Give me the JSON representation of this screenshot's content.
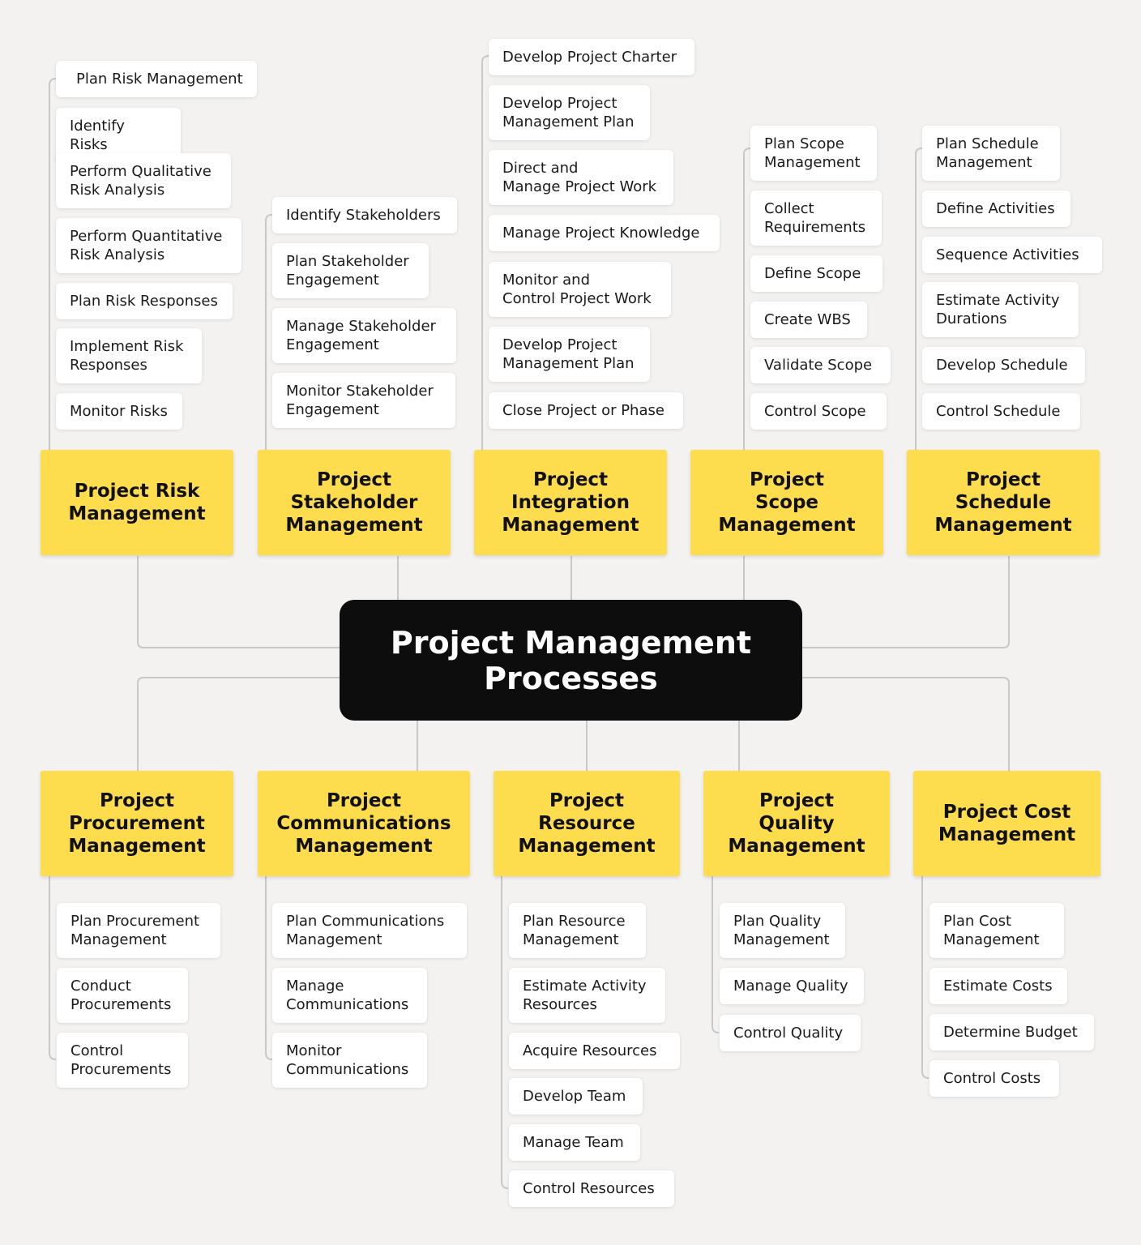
{
  "center_title": "Project Management\nProcesses",
  "colors": {
    "background": "#f3f2f0",
    "category": "#fddc4e",
    "center": "#0d0d0d",
    "connector": "#c8c8c8"
  },
  "top": [
    {
      "title": "Project Risk\nManagement",
      "items": [
        "Plan Risk Management",
        "Identify Risks",
        "Perform Qualitative\nRisk Analysis",
        "Perform Quantitative\nRisk Analysis",
        "Plan Risk Responses",
        "Implement Risk\nResponses",
        "Monitor Risks"
      ]
    },
    {
      "title": "Project\nStakeholder\nManagement",
      "items": [
        "Identify Stakeholders",
        "Plan Stakeholder\nEngagement",
        "Manage Stakeholder\nEngagement",
        "Monitor Stakeholder\nEngagement"
      ]
    },
    {
      "title": "Project\nIntegration\nManagement",
      "items": [
        "Develop Project Charter",
        "Develop Project\nManagement Plan",
        "Direct and\nManage Project Work",
        "Manage Project Knowledge",
        "Monitor and\nControl Project Work",
        "Develop Project\nManagement Plan",
        "Close Project or Phase"
      ]
    },
    {
      "title": "Project\nScope\nManagement",
      "items": [
        "Plan Scope\nManagement",
        "Collect\nRequirements",
        "Define Scope",
        "Create WBS",
        "Validate Scope",
        "Control Scope"
      ]
    },
    {
      "title": "Project\nSchedule\nManagement",
      "items": [
        "Plan Schedule\nManagement",
        "Define Activities",
        "Sequence Activities",
        "Estimate Activity\nDurations",
        "Develop Schedule",
        "Control Schedule"
      ]
    }
  ],
  "bottom": [
    {
      "title": "Project\nProcurement\nManagement",
      "items": [
        "Plan Procurement\nManagement",
        "Conduct\nProcurements",
        "Control\nProcurements"
      ]
    },
    {
      "title": "Project\nCommunications\nManagement",
      "items": [
        "Plan Communications\nManagement",
        "Manage\nCommunications",
        "Monitor\nCommunications"
      ]
    },
    {
      "title": "Project\nResource\nManagement",
      "items": [
        "Plan Resource\nManagement",
        "Estimate Activity\nResources",
        "Acquire Resources",
        "Develop Team",
        "Manage Team",
        "Control Resources"
      ]
    },
    {
      "title": "Project\nQuality\nManagement",
      "items": [
        "Plan Quality\nManagement",
        "Manage Quality",
        "Control Quality"
      ]
    },
    {
      "title": "Project Cost\nManagement",
      "items": [
        "Plan Cost\nManagement",
        "Estimate Costs",
        "Determine Budget",
        "Control Costs"
      ]
    }
  ]
}
